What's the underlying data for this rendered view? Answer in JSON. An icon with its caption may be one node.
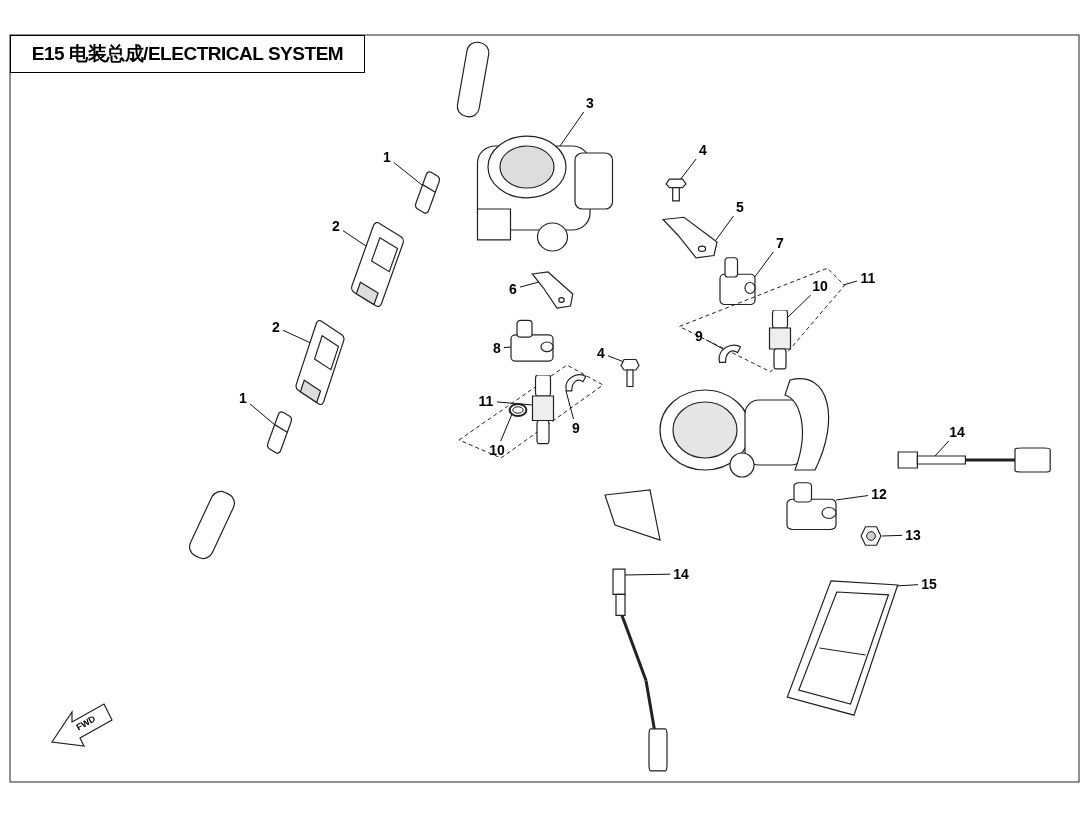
{
  "diagram": {
    "nodes": [
      {
        "text": [
          "E15 电装总成/ELECTRICAL SYSTEM"
        ]
      },
      {
        "text": [
          "3"
        ]
      },
      {
        "text": [],
        "shape": "picture"
      },
      {
        "text": [
          "1"
        ]
      },
      {
        "text": [],
        "shape": "picture"
      },
      {
        "text": [
          "2"
        ]
      },
      {
        "text": [],
        "shape": "picture"
      },
      {
        "text": [
          "4"
        ]
      },
      {
        "text": [],
        "shape": "picture"
      },
      {
        "text": [
          "5"
        ]
      },
      {
        "text": [],
        "shape": "picture"
      },
      {
        "text": [
          "7"
        ]
      },
      {
        "text": [],
        "shape": "picture"
      },
      {
        "text": [
          "11"
        ]
      },
      {
        "text": [],
        "shape": "diamond"
      },
      {
        "text": [
          "10"
        ],
        "in": 14
      },
      {
        "text": [],
        "shape": "picture",
        "in": 14
      },
      {
        "text": [
          "9"
        ],
        "in": 14
      },
      {
        "text": [],
        "shape": "picture",
        "in": 14
      },
      {
        "text": [
          "6"
        ]
      },
      {
        "text": [],
        "shape": "picture"
      },
      {
        "text": [
          "8"
        ]
      },
      {
        "text": [],
        "shape": "picture"
      },
      {
        "text": [
          "4"
        ]
      },
      {
        "text": [],
        "shape": "picture"
      },
      {
        "text": [
          "2"
        ]
      },
      {
        "text": [],
        "shape": "picture"
      },
      {
        "text": [],
        "shape": "diamond"
      },
      {
        "text": [
          "11"
        ],
        "in": 27
      },
      {
        "text": [],
        "shape": "picture",
        "in": 27
      },
      {
        "text": [
          "9"
        ],
        "in": 27
      },
      {
        "text": [],
        "shape": "picture",
        "in": 27
      },
      {
        "text": [
          "10"
        ],
        "in": 27
      },
      {
        "text": [],
        "shape": "circle",
        "in": 27
      },
      {
        "text": [
          "1"
        ]
      },
      {
        "text": [],
        "shape": "picture"
      },
      {
        "text": [
          "14"
        ]
      },
      {
        "text": [],
        "shape": "picture"
      },
      {
        "text": [
          "12"
        ]
      },
      {
        "text": [],
        "shape": "picture"
      },
      {
        "text": [
          "13"
        ]
      },
      {
        "text": [],
        "shape": "hexagon"
      },
      {
        "text": [
          "14"
        ]
      },
      {
        "text": [],
        "shape": "picture"
      },
      {
        "text": [
          "15"
        ]
      },
      {
        "text": [],
        "shape": "picture"
      },
      {
        "text": [
          "FWD"
        ]
      }
    ],
    "edges": [
      {
        "from": 1,
        "to": 2,
        "arrow": "none"
      },
      {
        "from": 3,
        "to": 4,
        "arrow": "none"
      },
      {
        "from": 5,
        "to": 6,
        "arrow": "none"
      },
      {
        "from": 7,
        "to": 8,
        "arrow": "none"
      },
      {
        "from": 9,
        "to": 10,
        "arrow": "none"
      },
      {
        "from": 11,
        "to": 12,
        "arrow": "none"
      },
      {
        "from": 13,
        "to": 14,
        "arrow": "none"
      },
      {
        "from": 15,
        "to": 16,
        "arrow": "none"
      },
      {
        "from": 17,
        "to": 18,
        "arrow": "none"
      },
      {
        "from": 19,
        "to": 20,
        "arrow": "none"
      },
      {
        "from": 21,
        "to": 22,
        "arrow": "none"
      },
      {
        "from": 23,
        "to": 24,
        "arrow": "none"
      },
      {
        "from": 25,
        "to": 26,
        "arrow": "none"
      },
      {
        "from": 28,
        "to": 29,
        "arrow": "none"
      },
      {
        "from": 30,
        "to": 31,
        "arrow": "none"
      },
      {
        "from": 32,
        "to": 33,
        "arrow": "none"
      },
      {
        "from": 34,
        "to": 35,
        "arrow": "none"
      },
      {
        "from": 36,
        "to": 37,
        "arrow": "none"
      },
      {
        "from": 38,
        "to": 39,
        "arrow": "none"
      },
      {
        "from": 40,
        "to": 41,
        "arrow": "none"
      },
      {
        "from": 42,
        "to": 43,
        "arrow": "none"
      },
      {
        "from": 44,
        "to": 45,
        "arrow": "none"
      }
    ]
  }
}
